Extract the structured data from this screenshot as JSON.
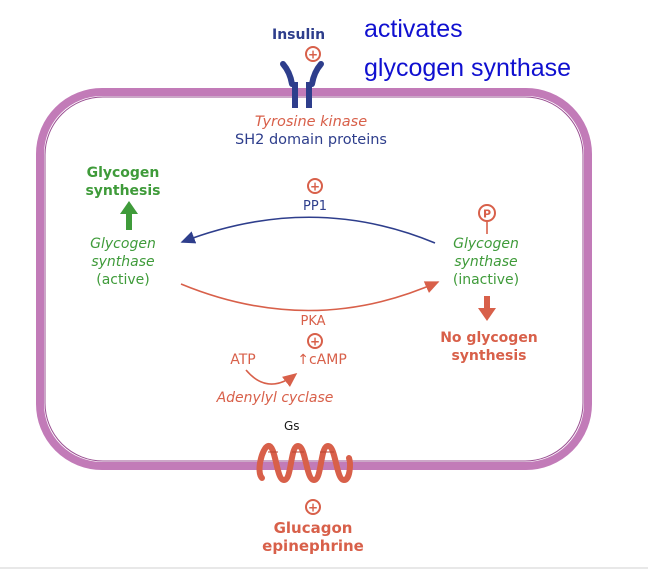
{
  "annotation": {
    "line1": "activates",
    "line2": "glycogen synthase"
  },
  "receptor": {
    "ligand": "Insulin",
    "effect_symbol": "+",
    "kinase": "Tyrosine kinase",
    "adaptor": "SH2 domain proteins"
  },
  "left_state": {
    "outcome_line1": "Glycogen",
    "outcome_line2": "synthesis",
    "enzyme_line1": "Glycogen",
    "enzyme_line2": "synthase",
    "enzyme_line3": "(active)"
  },
  "right_state": {
    "phospho_symbol": "P",
    "enzyme_line1": "Glycogen",
    "enzyme_line2": "synthase",
    "enzyme_line3": "(inactive)",
    "outcome_line1": "No glycogen",
    "outcome_line2": "synthesis"
  },
  "phosphatase": {
    "symbol": "+",
    "label": "PP1"
  },
  "kinase_pka": {
    "label": "PKA",
    "symbol": "+"
  },
  "camp_path": {
    "substrate": "ATP",
    "product": "↑cAMP",
    "enzyme": "Adenylyl cyclase"
  },
  "g_protein": {
    "label": "Gs"
  },
  "glucagon": {
    "symbol": "+",
    "line1": "Glucagon",
    "line2": "epinephrine"
  },
  "colors": {
    "membrane": "#c27bb8",
    "receptor": "#2e3e8c",
    "green": "#3f9b3a",
    "red": "#d8604a",
    "annotation": "#1010d0"
  }
}
